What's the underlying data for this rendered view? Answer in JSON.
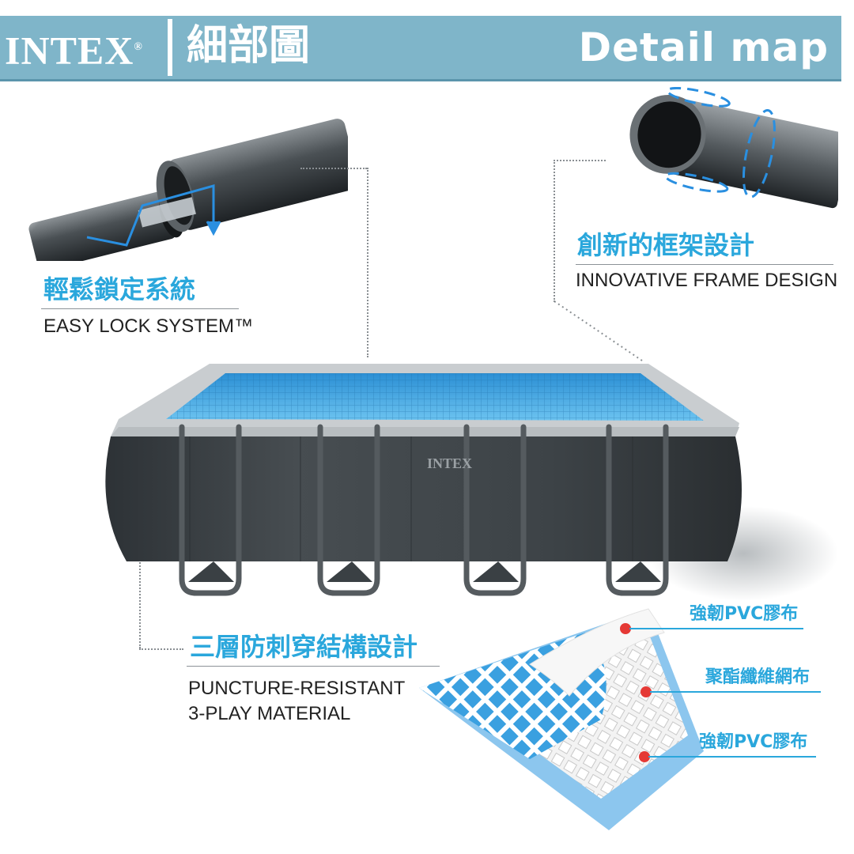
{
  "header": {
    "brand": "INTEX",
    "registered_mark": "®",
    "title_cn": "細部圖",
    "title_en": "Detail map"
  },
  "features": [
    {
      "cn": "輕鬆鎖定系統",
      "en": "EASY LOCK SYSTEM™"
    },
    {
      "cn": "創新的框架設計",
      "en": "INNOVATIVE FRAME DESIGN"
    },
    {
      "cn": "三層防刺穿結構設計",
      "en_line1": "PUNCTURE-RESISTANT",
      "en_line2": "3-PLAY MATERIAL"
    }
  ],
  "layers": [
    {
      "label": "強韌PVC膠布"
    },
    {
      "label": "聚酯纖維網布"
    },
    {
      "label": "強韌PVC膠布"
    }
  ],
  "pool": {
    "logo": "INTEX"
  },
  "colors": {
    "header_bg": "#7fb5c9",
    "accent_blue": "#2aa7dc",
    "pool_wall": "#3c4246",
    "water": "#3aa0e0",
    "marker_red": "#e53935"
  }
}
